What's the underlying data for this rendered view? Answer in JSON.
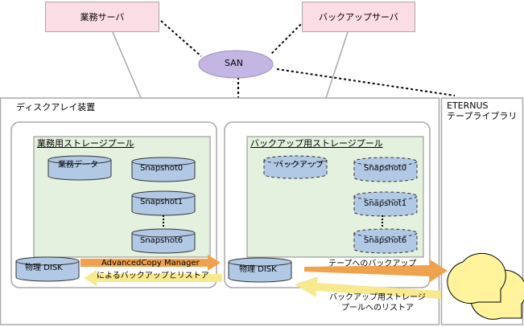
{
  "colors": {
    "server_fill": "#fbdde5",
    "san_fill": "#c4b6e3",
    "pool_fill": "#e5f1df",
    "disk_fill": "#b2c9e6",
    "arrow_orange": "#f0a14c",
    "arrow_yellow": "#f6e98e",
    "tape_fill": "#fff49b"
  },
  "servers": {
    "business": "業務サーバ",
    "backup": "バックアップサーバ"
  },
  "san": "SAN",
  "disk_array": {
    "title": "ディスクアレイ装置",
    "business_pool": {
      "title": "業務用ストレージプール",
      "business_data": "業務データ",
      "snapshots": [
        "Snapshot0",
        "Snapshot1",
        "Snapshot6"
      ],
      "physical_disk": "物理 DISK"
    },
    "backup_pool": {
      "title": "バックアップ用ストレージプール",
      "backup": "バックアップ",
      "snapshots": [
        "Snapshot0",
        "Snapshot1",
        "Snapshot6"
      ],
      "physical_disk": "物理 DISK"
    }
  },
  "acm": {
    "line1": "AdvancedCopy Manager",
    "line2": "によるバックアップとリストア"
  },
  "tape_library": {
    "line1": "ETERNUS",
    "line2": "テープライブラリ"
  },
  "arrows": {
    "to_tape": "テープへのバックアップ",
    "restore_line1": "バックアップ用ストレージ",
    "restore_line2": "プールへのリストア"
  }
}
